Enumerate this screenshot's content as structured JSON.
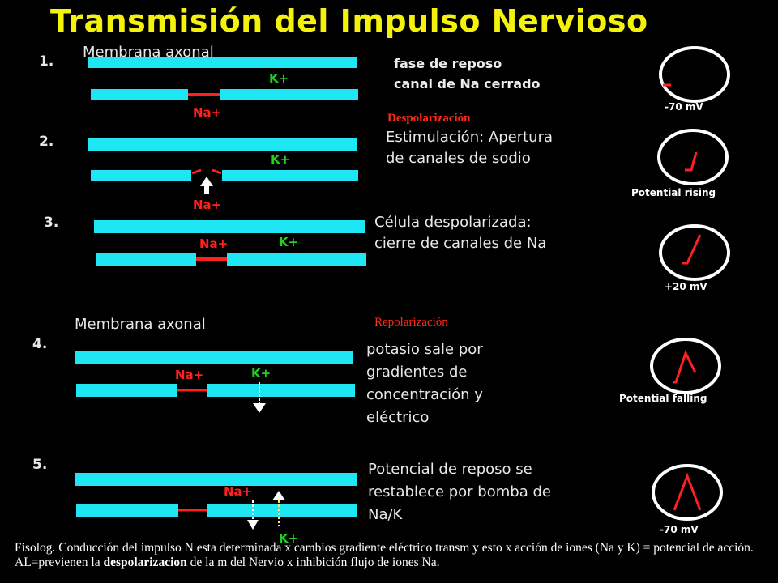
{
  "title": "Transmisión del Impulso Nervioso",
  "colors": {
    "membrane": "#1ee6f2",
    "ion_label": "#ff2020",
    "k_label": "#1fd21f",
    "title": "#f4f20a",
    "dial_rim": "#ffffff",
    "trace": "#ff2020"
  },
  "steps": [
    {
      "number": "1.",
      "header": "Membrana axonal",
      "desc_lines": [
        "fase de reposo",
        "canal de Na cerrado"
      ],
      "na_label": "Na+",
      "k_label": "K+",
      "dial_label": "-70 mV"
    },
    {
      "number": "2.",
      "section_label": "Despolarización",
      "desc_lines": [
        "Estimulación: Apertura",
        "de canales de sodio"
      ],
      "na_label": "Na+",
      "k_label": "K+",
      "dial_label": "Potential rising"
    },
    {
      "number": "3.",
      "desc_lines": [
        "Célula despolarizada:",
        "cierre de canales de Na"
      ],
      "na_label": "Na+",
      "k_label": "K+",
      "dial_label": "+20 mV"
    },
    {
      "number": "4.",
      "header": "Membrana axonal",
      "section_label": "Repolarización",
      "desc_lines": [
        "potasio sale por",
        "gradientes de",
        "concentración y",
        "eléctrico"
      ],
      "na_label": "Na+",
      "k_label": "K+",
      "dial_label": "Potential falling"
    },
    {
      "number": "5.",
      "desc_lines": [
        "Potencial de reposo se",
        "restablece por bomba de",
        "Na/K"
      ],
      "na_label": "Na+",
      "k_label": "K+",
      "dial_label": "-70 mV"
    }
  ],
  "caption": {
    "part1": "Fisolog. Conducción del impulso N esta determinada x cambios gradiente eléctrico transm y esto x acción de iones (Na y K) = potencial de acción.  AL=previenen la ",
    "bold": "despolarizacion",
    "part2": " de la m del Nervio x inhibición  flujo de iones Na."
  }
}
